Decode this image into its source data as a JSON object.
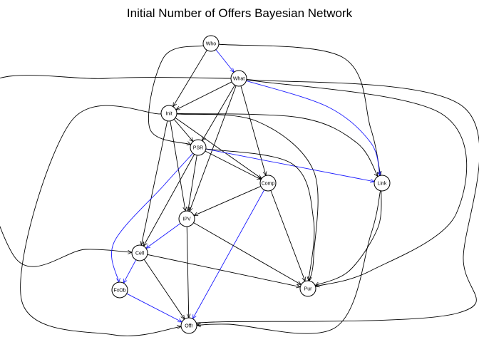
{
  "title": "Initial Number of Offers Bayesian Network",
  "colors": {
    "normal_edge": "#000000",
    "highlight_edge": "#1a1aff",
    "node_fill": "#ffffff"
  },
  "nodes": [
    {
      "id": "who",
      "label": "Who"
    },
    {
      "id": "what",
      "label": "What"
    },
    {
      "id": "init",
      "label": "Init"
    },
    {
      "id": "psr",
      "label": "PSR"
    },
    {
      "id": "comp",
      "label": "Comp"
    },
    {
      "id": "link",
      "label": "Link"
    },
    {
      "id": "ipv",
      "label": "IPV"
    },
    {
      "id": "cell",
      "label": "Cell"
    },
    {
      "id": "fxob",
      "label": "FxOb"
    },
    {
      "id": "pur",
      "label": "Pur"
    },
    {
      "id": "offr",
      "label": "Offr"
    }
  ],
  "edges": [
    {
      "from": "who",
      "to": "what",
      "highlight": true
    },
    {
      "from": "who",
      "to": "init",
      "highlight": false
    },
    {
      "from": "who",
      "to": "psr",
      "highlight": false
    },
    {
      "from": "who",
      "to": "link",
      "highlight": false
    },
    {
      "from": "what",
      "to": "init",
      "highlight": false
    },
    {
      "from": "what",
      "to": "psr",
      "highlight": false
    },
    {
      "from": "what",
      "to": "comp",
      "highlight": false
    },
    {
      "from": "what",
      "to": "ipv",
      "highlight": false
    },
    {
      "from": "what",
      "to": "link",
      "highlight": true
    },
    {
      "from": "what",
      "to": "pur",
      "highlight": false
    },
    {
      "from": "what",
      "to": "cell",
      "highlight": false
    },
    {
      "from": "what",
      "to": "offr",
      "highlight": false
    },
    {
      "from": "init",
      "to": "psr",
      "highlight": false
    },
    {
      "from": "init",
      "to": "comp",
      "highlight": false
    },
    {
      "from": "init",
      "to": "ipv",
      "highlight": false
    },
    {
      "from": "init",
      "to": "cell",
      "highlight": false
    },
    {
      "from": "init",
      "to": "link",
      "highlight": false
    },
    {
      "from": "init",
      "to": "pur",
      "highlight": false
    },
    {
      "from": "init",
      "to": "offr",
      "highlight": false
    },
    {
      "from": "psr",
      "to": "comp",
      "highlight": false
    },
    {
      "from": "psr",
      "to": "link",
      "highlight": true
    },
    {
      "from": "psr",
      "to": "ipv",
      "highlight": false
    },
    {
      "from": "psr",
      "to": "cell",
      "highlight": false
    },
    {
      "from": "psr",
      "to": "fxob",
      "highlight": true
    },
    {
      "from": "psr",
      "to": "pur",
      "highlight": false
    },
    {
      "from": "comp",
      "to": "ipv",
      "highlight": false
    },
    {
      "from": "comp",
      "to": "pur",
      "highlight": false
    },
    {
      "from": "comp",
      "to": "offr",
      "highlight": true
    },
    {
      "from": "link",
      "to": "pur",
      "highlight": false
    },
    {
      "from": "link",
      "to": "offr",
      "highlight": false
    },
    {
      "from": "ipv",
      "to": "cell",
      "highlight": true
    },
    {
      "from": "ipv",
      "to": "pur",
      "highlight": false
    },
    {
      "from": "ipv",
      "to": "offr",
      "highlight": false
    },
    {
      "from": "cell",
      "to": "fxob",
      "highlight": true
    },
    {
      "from": "cell",
      "to": "pur",
      "highlight": false
    },
    {
      "from": "cell",
      "to": "offr",
      "highlight": false
    },
    {
      "from": "fxob",
      "to": "offr",
      "highlight": true
    }
  ]
}
